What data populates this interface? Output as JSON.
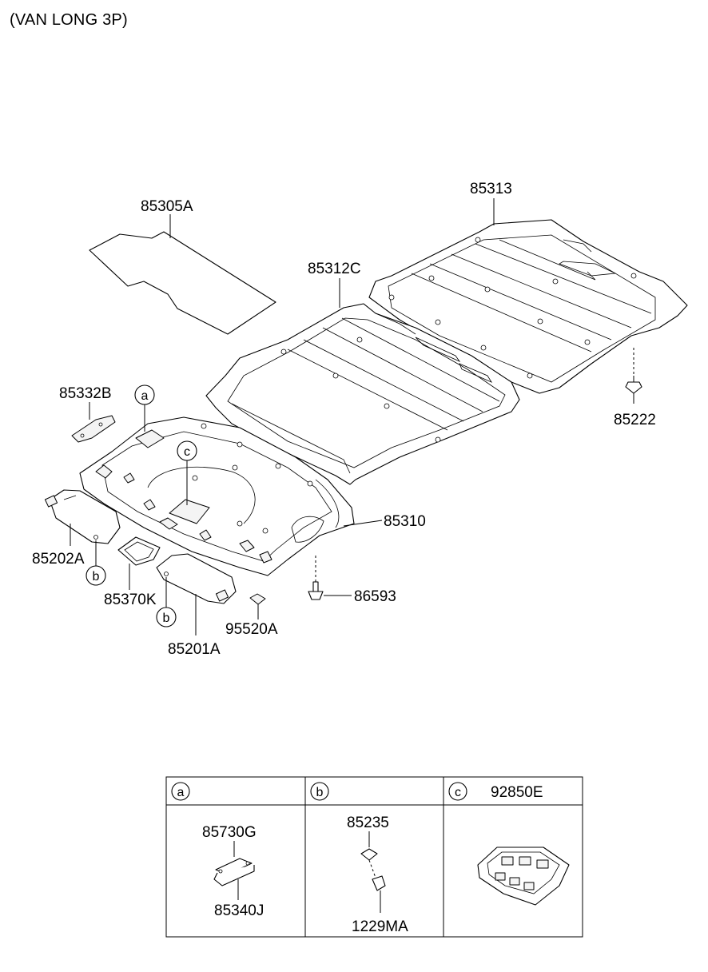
{
  "header": {
    "caption": "(VAN LONG 3P)"
  },
  "parts": {
    "p85305A": "85305A",
    "p85313": "85313",
    "p85312C": "85312C",
    "p85332B": "85332B",
    "p85222": "85222",
    "p85310": "85310",
    "p86593": "86593",
    "p85202A": "85202A",
    "p85370K": "85370K",
    "p95520A": "95520A",
    "p85201A": "85201A"
  },
  "callouts": {
    "a": "a",
    "b": "b",
    "c": "c"
  },
  "legend": {
    "a": {
      "letter": "a",
      "parts": [
        "85730G",
        "85340J"
      ]
    },
    "b": {
      "letter": "b",
      "parts": [
        "85235",
        "1229MA"
      ]
    },
    "c": {
      "letter": "c",
      "header_part": "92850E"
    }
  }
}
